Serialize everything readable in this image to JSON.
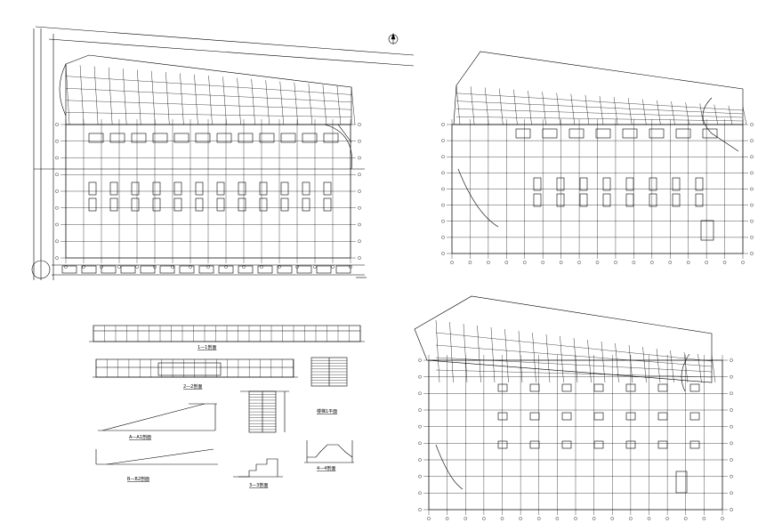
{
  "colors": {
    "line": "#000000",
    "paper": "#ffffff"
  },
  "icons": {
    "north_arrow": "north-arrow-icon"
  },
  "labels": {
    "section_1_1": "1—1剖面",
    "section_2_2": "2—2剖面",
    "stair_plan": "楼梯1平面",
    "section_a_a1": "A—A1剖面",
    "section_3_3": "3—3剖面",
    "section_4_4": "4—4剖面",
    "section_b_b2": "B—B2剖面"
  }
}
